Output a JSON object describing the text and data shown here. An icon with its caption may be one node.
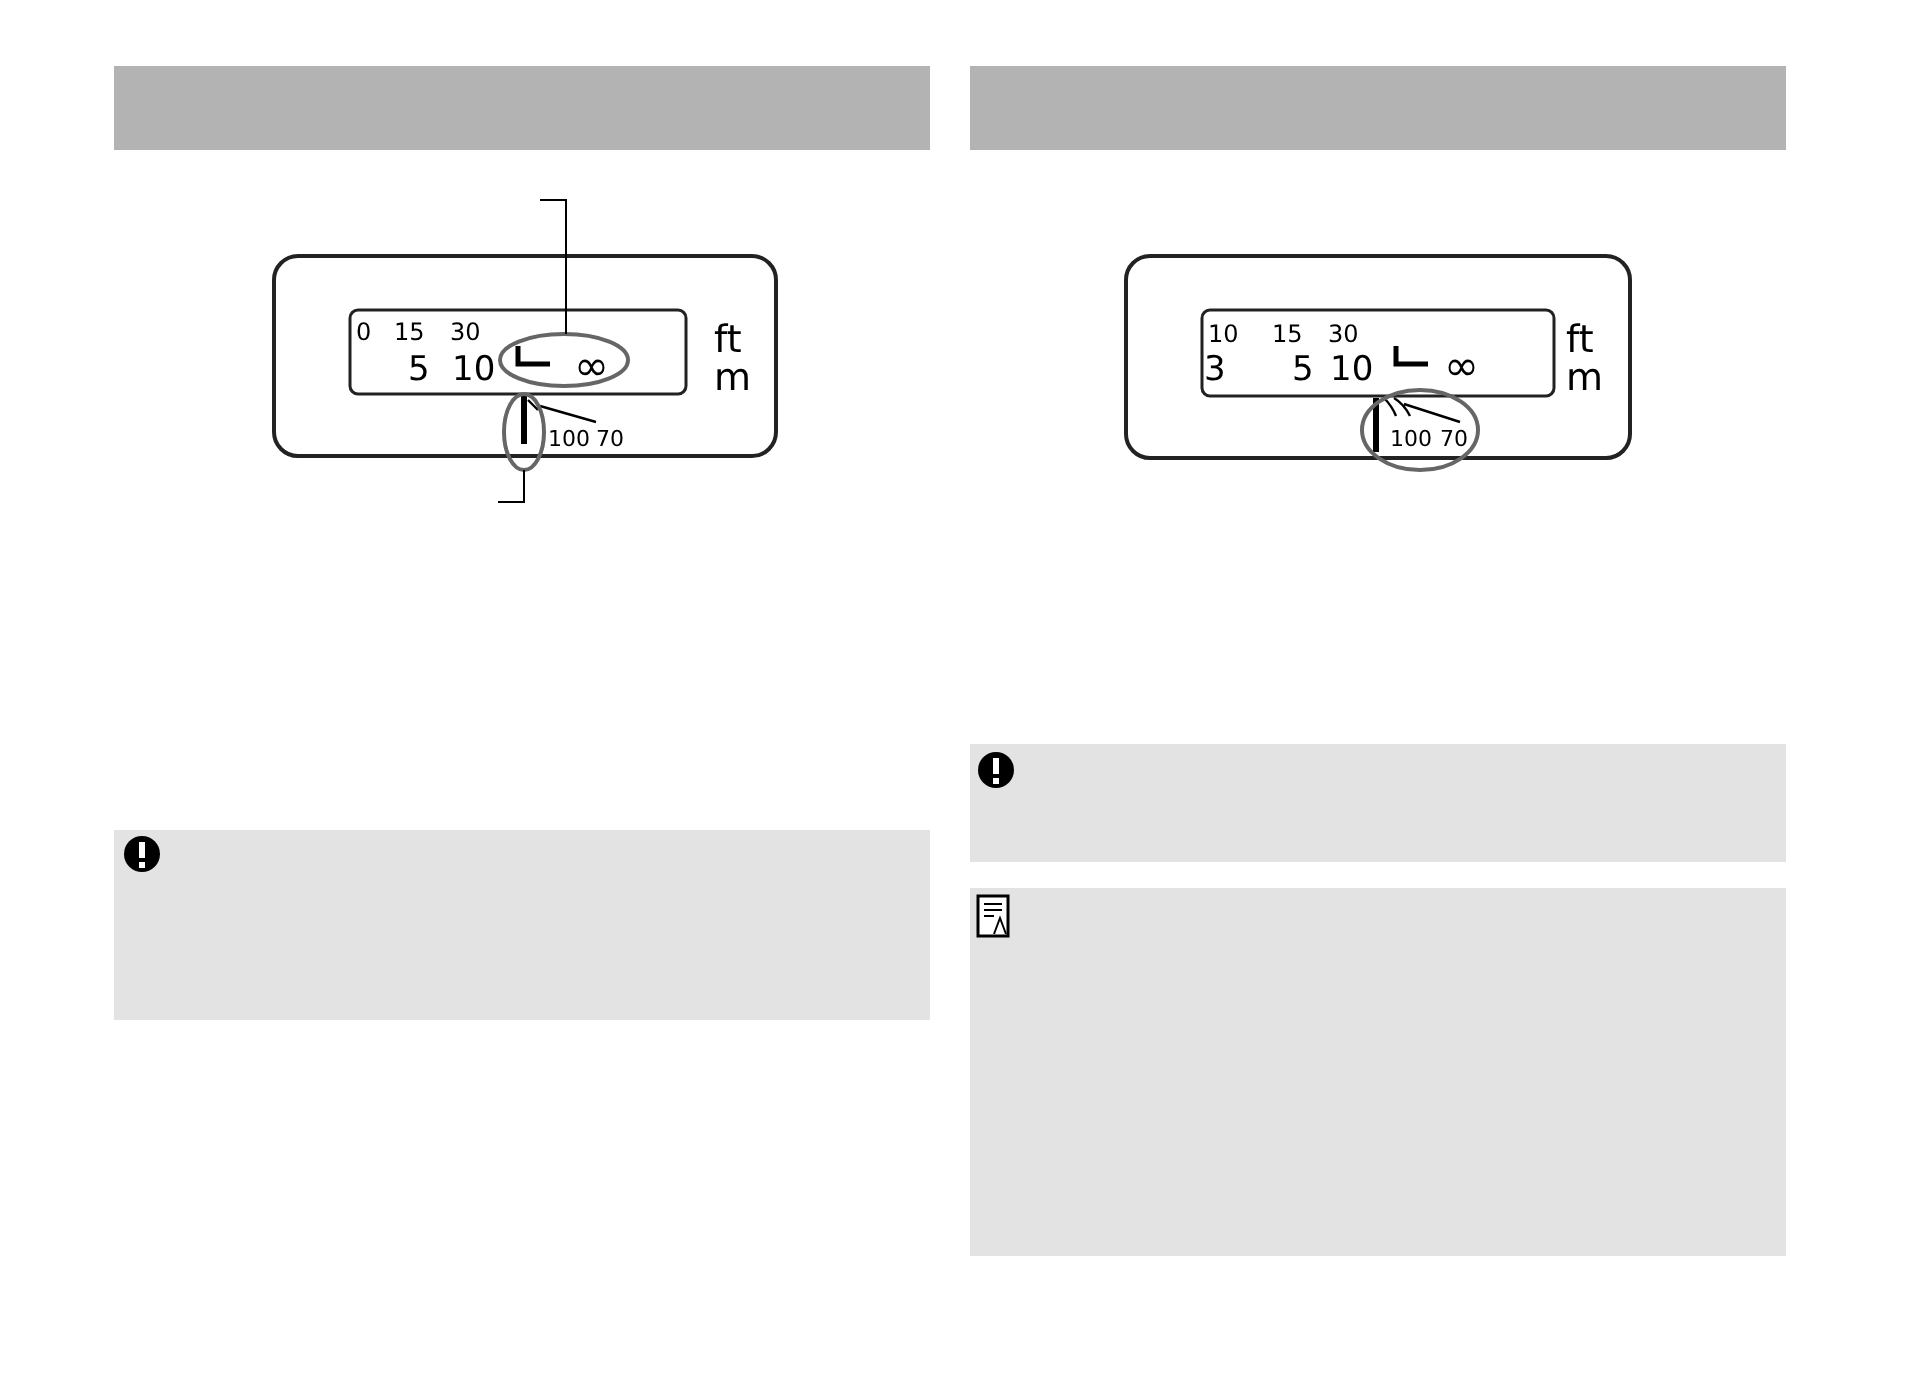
{
  "diagram": {
    "nodes": [
      {
        "text": [],
        "shape": "ellipse"
      },
      {
        "text": [],
        "shape": "ellipse"
      }
    ],
    "edges": [
      {
        "from": null,
        "to": 0,
        "arrow": "none"
      },
      {
        "from": null,
        "to": 1,
        "arrow": "none"
      }
    ],
    "labels": [
      "0",
      "15",
      "30",
      "5",
      "10",
      "∞",
      "ft",
      "m",
      "100",
      "70",
      "10",
      "15",
      "30",
      "3",
      "5",
      "10",
      "∞",
      "ft",
      "m",
      "100",
      "70"
    ]
  }
}
